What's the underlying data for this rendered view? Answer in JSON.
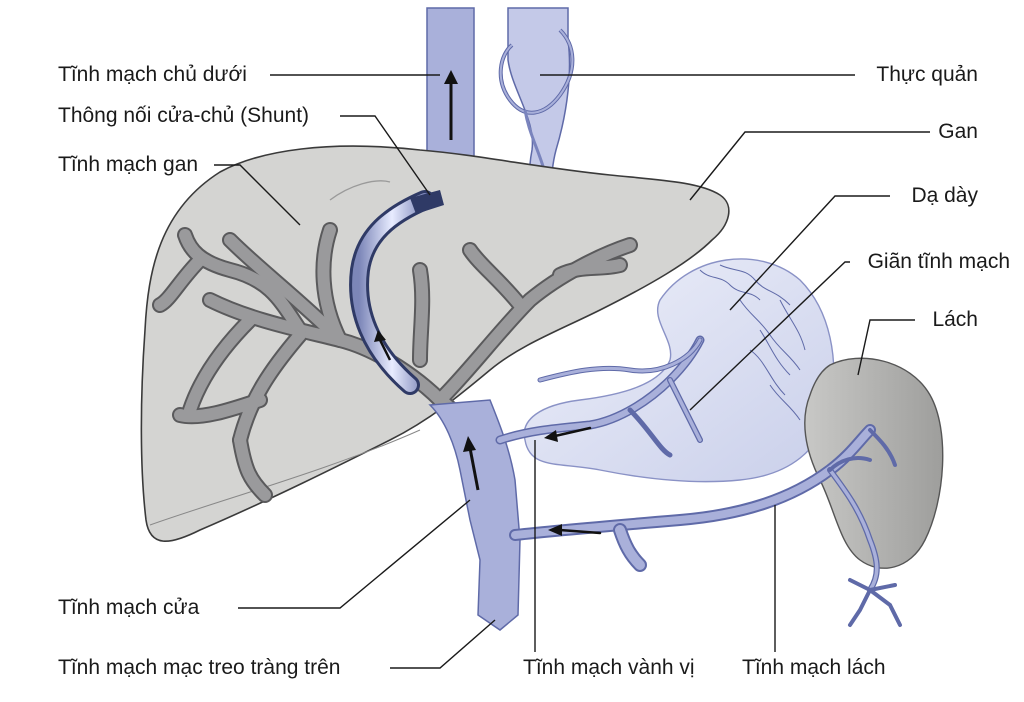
{
  "labels": {
    "ivc": "Tĩnh mạch chủ dưới",
    "shunt": "Thông nối cửa-chủ (Shunt)",
    "hepatic_vein": "Tĩnh mạch gan",
    "portal_vein": "Tĩnh mạch cửa",
    "smv": "Tĩnh mạch mạc treo tràng trên",
    "coronary_vein": "Tĩnh mạch vành vị",
    "splenic_vein": "Tĩnh mạch lách",
    "esophagus": "Thực quản",
    "liver": "Gan",
    "stomach": "Dạ dày",
    "varices": "Giãn tĩnh mạch",
    "spleen": "Lách"
  },
  "colors": {
    "liver_fill": "#d4d4d2",
    "spleen_fill": "#b8b8b6",
    "vein_blue": "#a9b0da",
    "vein_blue_dark": "#5f6aa8",
    "stomach_fill": "#dde1f2",
    "hepatic_branches": "#9a9a9c",
    "outline": "#3a3a3a",
    "shunt_dark": "#2f3a66"
  }
}
